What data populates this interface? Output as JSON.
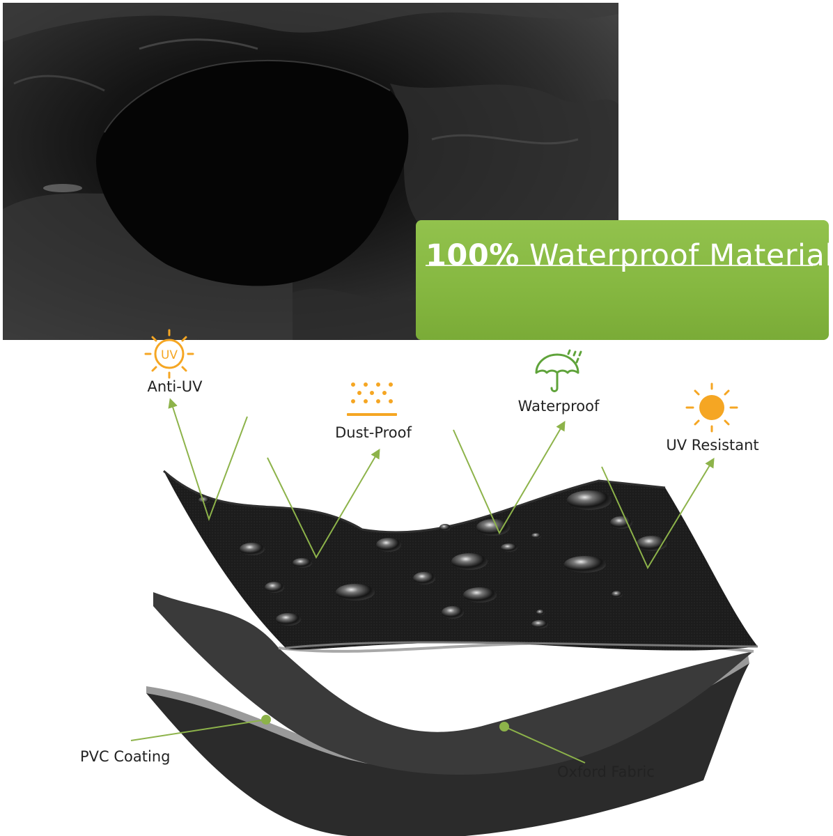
{
  "banner": {
    "title_strong": "100%",
    "title_rest": "Waterproof Material"
  },
  "features": {
    "anti_uv": {
      "label": "Anti-UV",
      "icon": "uv-sun-icon",
      "icon_text": "UV"
    },
    "dust_proof": {
      "label": "Dust-Proof",
      "icon": "dust-dots-icon"
    },
    "waterproof": {
      "label": "Waterproof",
      "icon": "umbrella-rain-icon"
    },
    "uv_resistant": {
      "label": "UV Resistant",
      "icon": "sun-icon"
    }
  },
  "layers": {
    "pvc": {
      "label": "PVC Coating"
    },
    "oxford": {
      "label": "Oxford Fabric"
    }
  },
  "colors": {
    "accent_green": "#86b841",
    "arrow_green": "#8db34a",
    "icon_orange": "#f5a623",
    "fabric_black": "#1a1a1a"
  }
}
